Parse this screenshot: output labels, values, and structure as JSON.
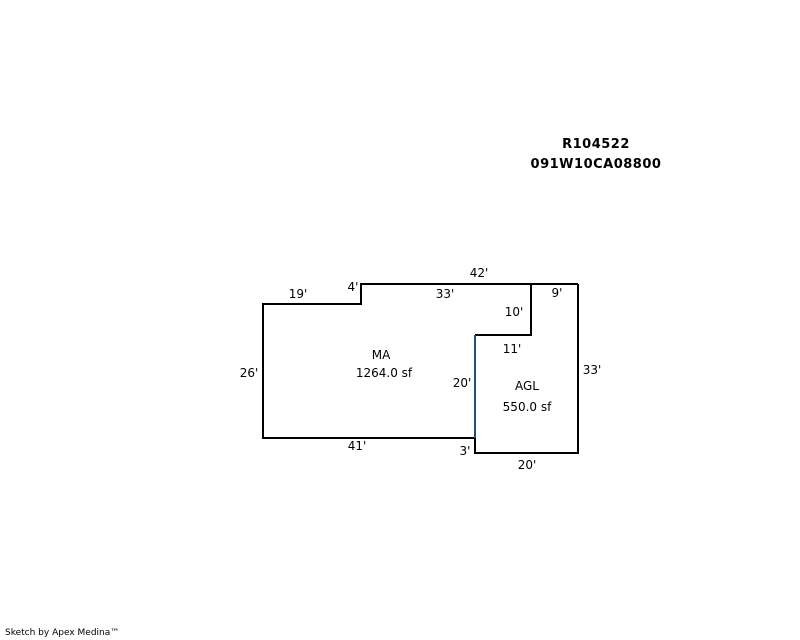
{
  "header": {
    "parcel_id": "R104522",
    "map_number": "091W10CA08800"
  },
  "areas": {
    "main": {
      "label": "MA",
      "area": "1264.0 sf"
    },
    "garage": {
      "label": "AGL",
      "area": "550.0 sf"
    }
  },
  "dimensions": {
    "ma_top_left": "19'",
    "ma_step": "4'",
    "ma_top": "33'",
    "overall_top": "42'",
    "agl_top": "9'",
    "agl_notch_vertical": "10'",
    "agl_notch_horizontal": "11'",
    "shared_wall": "20'",
    "agl_right": "33'",
    "ma_left": "26'",
    "ma_bottom": "41'",
    "agl_step": "3'",
    "agl_bottom": "20'"
  },
  "colors": {
    "outline": "#000000",
    "shared_wall": "#1f4e79"
  },
  "footer": {
    "credit": "Sketch by Apex Medina™"
  }
}
